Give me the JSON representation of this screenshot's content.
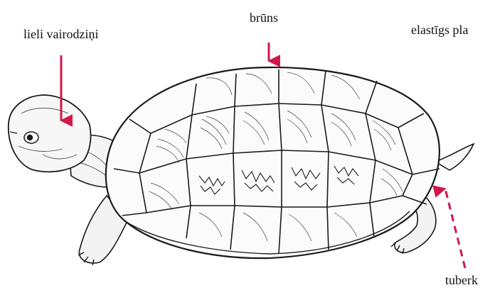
{
  "labels": {
    "large_scutes": "lieli vairodziņi",
    "brown": "brūns",
    "flexible_plastron": "elastīgs pla",
    "tubercles": "tuberk"
  },
  "colors": {
    "arrow": "#d1184a",
    "ink": "#1a1a1a",
    "background": "#ffffff"
  }
}
